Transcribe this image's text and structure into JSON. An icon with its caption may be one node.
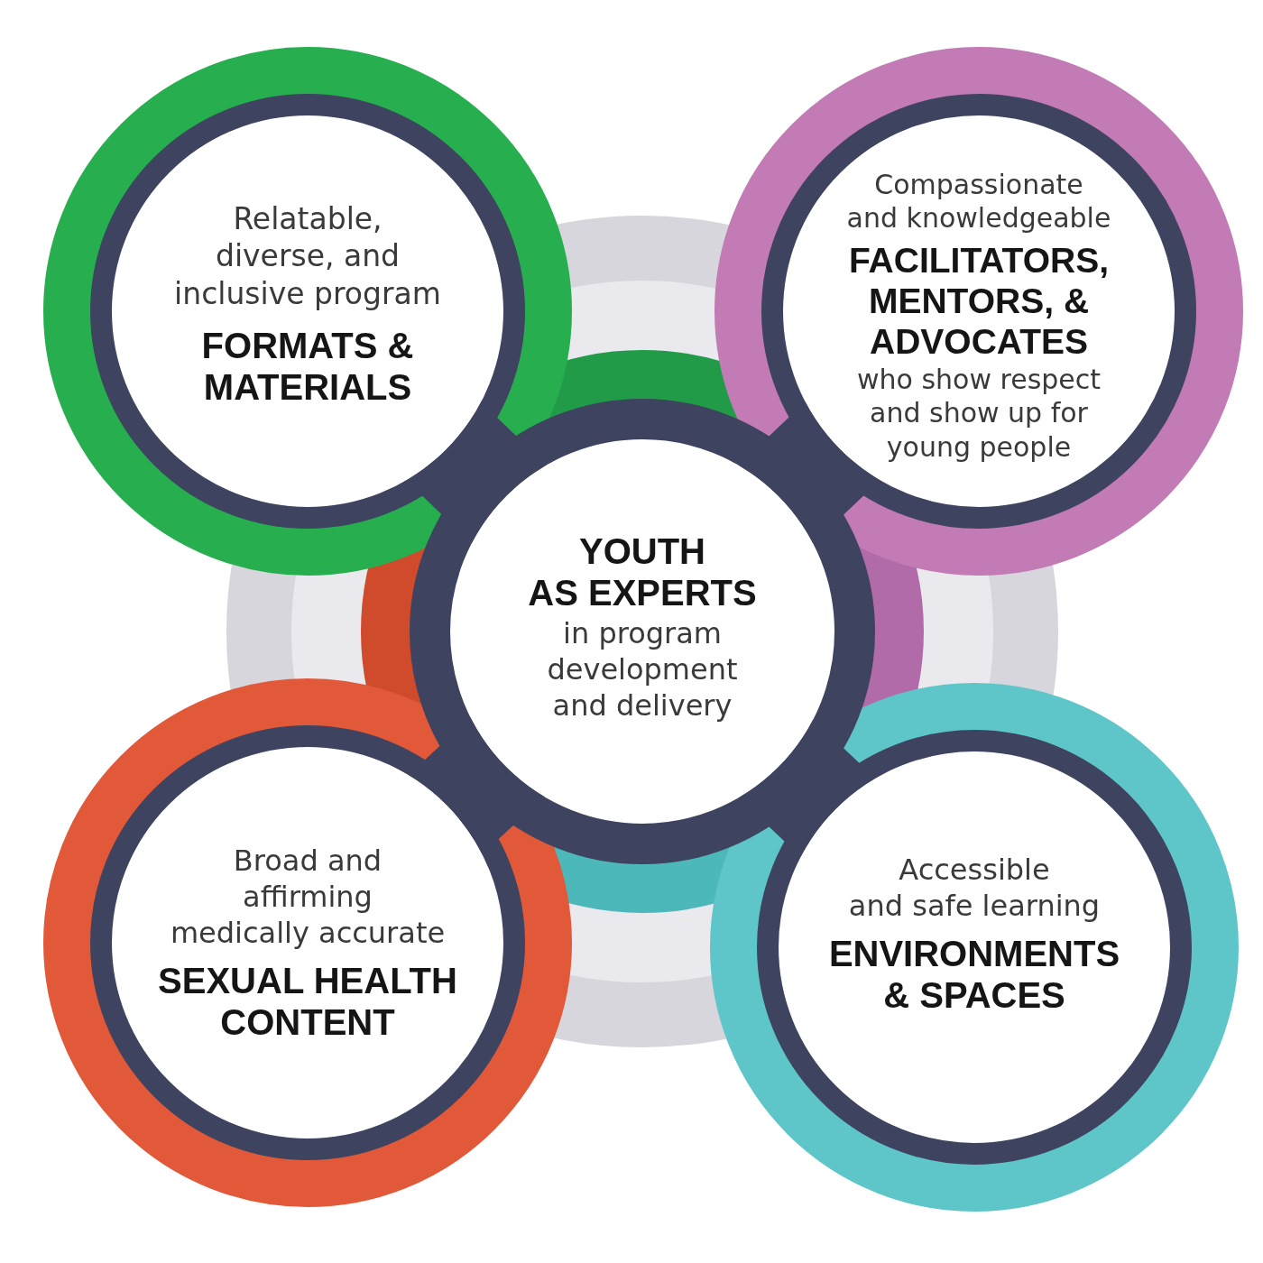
{
  "diagram": {
    "nodes": [
      {
        "text": [
          "Relatable, diverse, and inclusive program",
          "FORMATS & MATERIALS"
        ]
      },
      {
        "text": [
          "Compassionate and knowledgeable",
          "FACILITATORS, MENTORS, & ADVOCATES",
          "who show respect and show up for young people"
        ]
      },
      {
        "text": [
          "YOUTH AS EXPERTS",
          "in program development and delivery"
        ]
      },
      {
        "text": [
          "Broad and affirming medically accurate",
          "SEXUAL HEALTH CONTENT"
        ]
      },
      {
        "text": [
          "Accessible and safe learning",
          "ENVIRONMENTS & SPACES"
        ]
      }
    ]
  }
}
